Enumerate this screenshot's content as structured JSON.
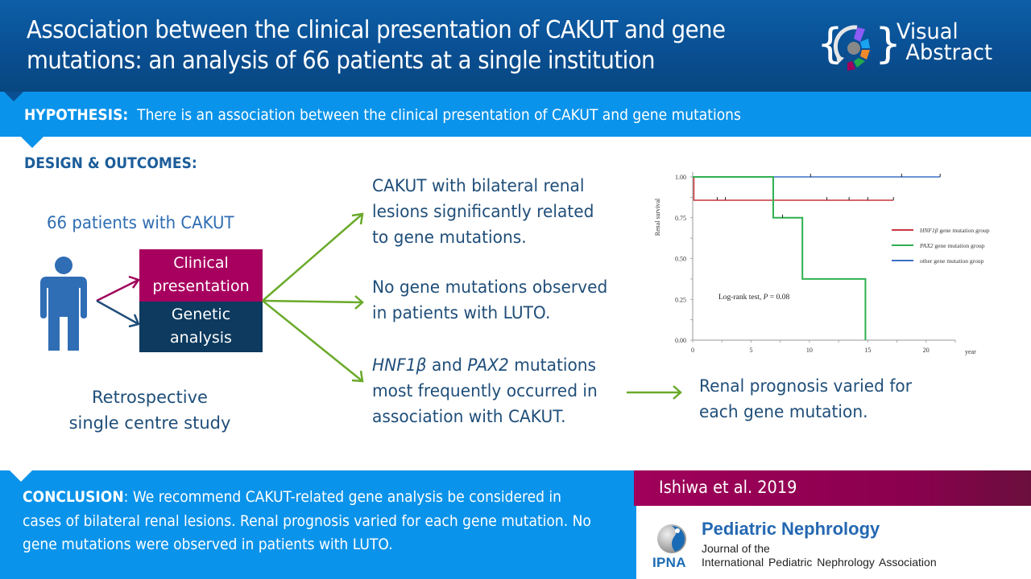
{
  "header": {
    "title": "Association between the clinical presentation of CAKUT and gene mutations: an analysis of 66 patients at a single institution",
    "badge_line1": "Visual",
    "badge_line2": "Abstract"
  },
  "hypothesis": {
    "label": "HYPOTHESIS:",
    "text": "There is an association between the clinical presentation of CAKUT and gene mutations"
  },
  "design": {
    "label": "DESIGN & OUTCOMES:",
    "patients": "66 patients with CAKUT",
    "box_clinical_line1": "Clinical",
    "box_clinical_line2": "presentation",
    "box_genetic_line1": "Genetic",
    "box_genetic_line2": "analysis",
    "study_line1": "Retrospective",
    "study_line2": "single centre study"
  },
  "findings": [
    {
      "lines": [
        "CAKUT with bilateral renal",
        "lesions significantly related",
        "to gene mutations."
      ]
    },
    {
      "lines": [
        "No gene mutations observed",
        "in patients with LUTO."
      ]
    },
    {
      "gene1": "HNF1β",
      "mid": " and ",
      "gene2": "PAX2",
      "tail": " mutations",
      "lines": [
        "most frequently occurred in",
        "association with CAKUT."
      ]
    }
  ],
  "prognosis": {
    "line1": "Renal prognosis varied for",
    "line2": "each gene mutation."
  },
  "conclusion": {
    "label": "CONCLUSION",
    "text": ": We recommend CAKUT-related gene analysis be considered in cases of bilateral renal lesions. Renal prognosis varied for each gene mutation. No gene mutations were observed in patients with LUTO."
  },
  "citation": {
    "text": "Ishiwa et al. 2019"
  },
  "journal": {
    "name": "Pediatric Nephrology",
    "sub1": "Journal of the",
    "sub2": "International  Pediatric Nephrology  Association",
    "org": "IPNA"
  },
  "colors": {
    "header": "#0a4f93",
    "hypothesis_band": "#0a93ea",
    "clinical_box": "#a8005f",
    "genetic_box": "#0d3a5e",
    "arrow_green": "#6aaa2a",
    "text_navy": "#1f4e79"
  },
  "chart_data": {
    "type": "line",
    "subtype": "kaplan-meier step",
    "ylabel": "Renal survival",
    "xlabel": "year",
    "xlim": [
      0,
      22.5
    ],
    "ylim": [
      0,
      1
    ],
    "xticks": [
      0,
      5,
      10,
      15,
      20
    ],
    "yticks": [
      "0.00",
      "0.25",
      "0.50",
      "0.75",
      "1.00"
    ],
    "annotation": "Log-rank test, P = 0.08",
    "legend_position": "right",
    "series": [
      {
        "name": "HNF1β gene mutation group",
        "color": "#c8373f",
        "steps": [
          [
            0,
            1.0
          ],
          [
            0.1,
            0.857
          ],
          [
            17.2,
            0.857
          ]
        ],
        "censored": [
          2.1,
          2.8,
          11.5,
          13.4,
          15.0,
          17.2
        ]
      },
      {
        "name": "PAX2 gene mutation group",
        "color": "#2fb050",
        "steps": [
          [
            0,
            1.0
          ],
          [
            6.9,
            0.75
          ],
          [
            9.4,
            0.375
          ],
          [
            14.8,
            0.0
          ]
        ],
        "censored": [
          7.7
        ]
      },
      {
        "name": "other gene mutation group",
        "color": "#3b6fc4",
        "steps": [
          [
            0,
            1.0
          ],
          [
            21.2,
            1.0
          ]
        ],
        "censored": [
          10.1,
          17.9,
          21.2
        ]
      }
    ]
  }
}
